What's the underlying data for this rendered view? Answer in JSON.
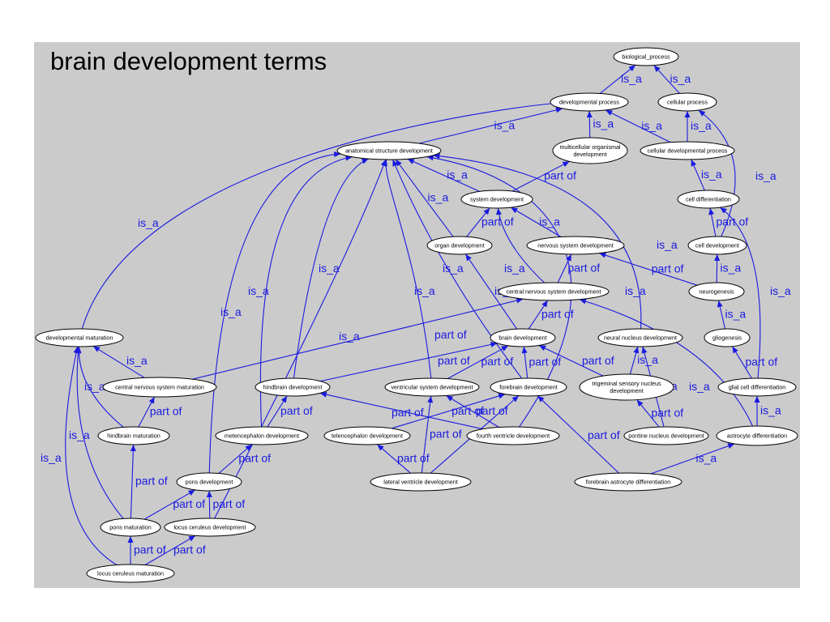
{
  "title": "brain development terms",
  "colors": {
    "panel": "#cbcbcb",
    "edge": "#1a1ae0",
    "node_fill": "#ffffff",
    "node_stroke": "#000000"
  },
  "nodes": [
    {
      "id": "bp",
      "lines": [
        "biological_process"
      ]
    },
    {
      "id": "dp",
      "lines": [
        "developmental process"
      ]
    },
    {
      "id": "cp",
      "lines": [
        "cellular process"
      ]
    },
    {
      "id": "asd",
      "lines": [
        "anatomical structure development"
      ]
    },
    {
      "id": "mod",
      "lines": [
        "multicellular organismal",
        "development"
      ]
    },
    {
      "id": "cdp",
      "lines": [
        "cellular developmental process"
      ]
    },
    {
      "id": "sd",
      "lines": [
        "system development"
      ]
    },
    {
      "id": "cdiff",
      "lines": [
        "cell differentiation"
      ]
    },
    {
      "id": "od",
      "lines": [
        "organ development"
      ]
    },
    {
      "id": "nsd",
      "lines": [
        "nervous system development"
      ]
    },
    {
      "id": "cdev",
      "lines": [
        "cell development"
      ]
    },
    {
      "id": "cnsd",
      "lines": [
        "central nervous system development"
      ]
    },
    {
      "id": "neur",
      "lines": [
        "neurogenesis"
      ]
    },
    {
      "id": "dm",
      "lines": [
        "developmental maturation"
      ]
    },
    {
      "id": "bd",
      "lines": [
        "brain development"
      ]
    },
    {
      "id": "nnd",
      "lines": [
        "neural nucleus development"
      ]
    },
    {
      "id": "glio",
      "lines": [
        "gliogenesis"
      ]
    },
    {
      "id": "cnsm",
      "lines": [
        "central nervous system maturation"
      ]
    },
    {
      "id": "hd",
      "lines": [
        "hindbrain development"
      ]
    },
    {
      "id": "vsd",
      "lines": [
        "ventricular system development"
      ]
    },
    {
      "id": "fd",
      "lines": [
        "forebrain development"
      ]
    },
    {
      "id": "tsnd",
      "lines": [
        "trigeminal sensory nucleus",
        "development"
      ]
    },
    {
      "id": "gcd",
      "lines": [
        "glial cell differentiation"
      ]
    },
    {
      "id": "hm",
      "lines": [
        "hindbrain maturation"
      ]
    },
    {
      "id": "md",
      "lines": [
        "metencephalon development"
      ]
    },
    {
      "id": "td",
      "lines": [
        "telencephalon development"
      ]
    },
    {
      "id": "fvd",
      "lines": [
        "fourth ventricle development"
      ]
    },
    {
      "id": "pnd",
      "lines": [
        "pontine nucleus development"
      ]
    },
    {
      "id": "ad",
      "lines": [
        "astrocyte differentiation"
      ]
    },
    {
      "id": "pd",
      "lines": [
        "pons development"
      ]
    },
    {
      "id": "lvd",
      "lines": [
        "lateral ventricle development"
      ]
    },
    {
      "id": "fad",
      "lines": [
        "forebrain astrocyte differentiation"
      ]
    },
    {
      "id": "pm",
      "lines": [
        "pons maturation"
      ]
    },
    {
      "id": "lcd",
      "lines": [
        "locus ceruleus development"
      ]
    },
    {
      "id": "lcm",
      "lines": [
        "locus ceruleus maturation"
      ]
    }
  ],
  "edges": [
    {
      "from": "dp",
      "to": "bp",
      "label": "is_a"
    },
    {
      "from": "cp",
      "to": "bp",
      "label": "is_a"
    },
    {
      "from": "asd",
      "to": "dp",
      "label": "is_a"
    },
    {
      "from": "mod",
      "to": "dp",
      "label": "is_a"
    },
    {
      "from": "cdp",
      "to": "dp",
      "label": "is_a"
    },
    {
      "from": "cdp",
      "to": "cp",
      "label": "is_a"
    },
    {
      "from": "dm",
      "to": "dp",
      "label": "is_a"
    },
    {
      "from": "cdev",
      "to": "cp",
      "label": "is_a"
    },
    {
      "from": "sd",
      "to": "asd",
      "label": "is_a"
    },
    {
      "from": "sd",
      "to": "mod",
      "label": "part of"
    },
    {
      "from": "cdiff",
      "to": "cdp",
      "label": "is_a"
    },
    {
      "from": "od",
      "to": "asd",
      "label": "is_a"
    },
    {
      "from": "od",
      "to": "sd",
      "label": "part of"
    },
    {
      "from": "nsd",
      "to": "sd",
      "label": "is_a"
    },
    {
      "from": "cdev",
      "to": "cdiff",
      "label": "part of"
    },
    {
      "from": "cnsd",
      "to": "sd",
      "label": "is_a"
    },
    {
      "from": "cnsd",
      "to": "nsd",
      "label": "part of"
    },
    {
      "from": "neur",
      "to": "cdev",
      "label": "is_a"
    },
    {
      "from": "neur",
      "to": "nsd",
      "label": "part of"
    },
    {
      "from": "bd",
      "to": "od",
      "label": "is_a"
    },
    {
      "from": "bd",
      "to": "cnsd",
      "label": "part of"
    },
    {
      "from": "nnd",
      "to": "asd",
      "label": "is_a"
    },
    {
      "from": "glio",
      "to": "neur",
      "label": "is_a"
    },
    {
      "from": "cnsm",
      "to": "dm",
      "label": "is_a"
    },
    {
      "from": "cnsm",
      "to": "cnsd",
      "label": "part of"
    },
    {
      "from": "hd",
      "to": "asd",
      "label": "is_a"
    },
    {
      "from": "hd",
      "to": "bd",
      "label": "part of"
    },
    {
      "from": "vsd",
      "to": "asd",
      "label": "is_a"
    },
    {
      "from": "vsd",
      "to": "bd",
      "label": "part of"
    },
    {
      "from": "fd",
      "to": "asd",
      "label": "is_a"
    },
    {
      "from": "fd",
      "to": "bd",
      "label": "part of"
    },
    {
      "from": "tsnd",
      "to": "nnd",
      "label": "is_a"
    },
    {
      "from": "tsnd",
      "to": "bd",
      "label": "part of"
    },
    {
      "from": "gcd",
      "to": "cdiff",
      "label": "is_a"
    },
    {
      "from": "gcd",
      "to": "glio",
      "label": "part of"
    },
    {
      "from": "hm",
      "to": "dm",
      "label": "is_a"
    },
    {
      "from": "hm",
      "to": "cnsm",
      "label": "part of"
    },
    {
      "from": "md",
      "to": "asd",
      "label": "is_a"
    },
    {
      "from": "md",
      "to": "hd",
      "label": "part of"
    },
    {
      "from": "td",
      "to": "fd",
      "label": "part of"
    },
    {
      "from": "fvd",
      "to": "vsd",
      "label": "part of"
    },
    {
      "from": "fvd",
      "to": "asd",
      "label": "is_a"
    },
    {
      "from": "fvd",
      "to": "hd",
      "label": "part of"
    },
    {
      "from": "pnd",
      "to": "nnd",
      "label": "is_a"
    },
    {
      "from": "pnd",
      "to": "tsnd",
      "label": "part of"
    },
    {
      "from": "ad",
      "to": "gcd",
      "label": "is_a"
    },
    {
      "from": "ad",
      "to": "cnsd",
      "label": "is_a"
    },
    {
      "from": "pd",
      "to": "asd",
      "label": "is_a"
    },
    {
      "from": "pd",
      "to": "md",
      "label": "part of"
    },
    {
      "from": "lvd",
      "to": "td",
      "label": "part of"
    },
    {
      "from": "lvd",
      "to": "vsd",
      "label": "part of"
    },
    {
      "from": "lvd",
      "to": "fd",
      "label": "part of"
    },
    {
      "from": "fad",
      "to": "ad",
      "label": "is_a"
    },
    {
      "from": "fad",
      "to": "fd",
      "label": "part of"
    },
    {
      "from": "pm",
      "to": "dm",
      "label": "is_a"
    },
    {
      "from": "pm",
      "to": "hm",
      "label": "part of"
    },
    {
      "from": "pm",
      "to": "pd",
      "label": "part of"
    },
    {
      "from": "lcd",
      "to": "asd",
      "label": "is_a"
    },
    {
      "from": "lcd",
      "to": "pd",
      "label": "part of"
    },
    {
      "from": "lcm",
      "to": "dm",
      "label": "is_a"
    },
    {
      "from": "lcm",
      "to": "pm",
      "label": "part of"
    },
    {
      "from": "lcm",
      "to": "lcd",
      "label": "part of"
    }
  ]
}
